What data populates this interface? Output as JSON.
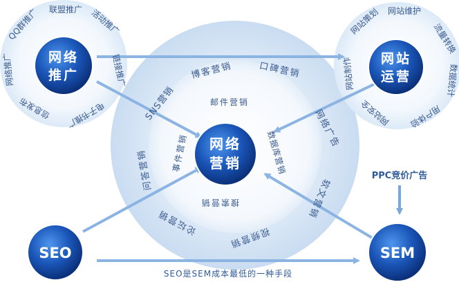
{
  "center": {
    "line1": "网络",
    "line2": "营销"
  },
  "ring_items": {
    "blog": "博客营销",
    "word_of_mouth": "口碑营销",
    "sns": "SNS营销",
    "email": "邮件营销",
    "network_ad": "网络广告",
    "event": "事件营销",
    "database": "数据库营销",
    "qa": "问答营销",
    "soft_article": "软文营销",
    "search": "搜索营销",
    "video": "视频营销",
    "forum": "论坛营销"
  },
  "nodes": {
    "promotion": {
      "line1": "网络",
      "line2": "推广",
      "items": [
        "QQ群推广",
        "联盟推广",
        "活动推广",
        "链接推广",
        "电子书推广",
        "信息发布",
        "网络推广"
      ]
    },
    "operation": {
      "line1": "网站",
      "line2": "运营",
      "items": [
        "网站策划",
        "网站维护",
        "流量转换",
        "数据统计",
        "用户体验",
        "网站安全",
        "网站制作"
      ]
    },
    "seo": {
      "label": "SEO"
    },
    "sem": {
      "label": "SEM"
    }
  },
  "ppc_label": "PPC竞价广告",
  "bottom_label": "SEO是SEM成本最低的一种手段",
  "colors": {
    "accent": "#1a56b8",
    "ring": "#d9e8f7",
    "text": "#3b5b8f",
    "arrow": "#8bb4e3"
  }
}
